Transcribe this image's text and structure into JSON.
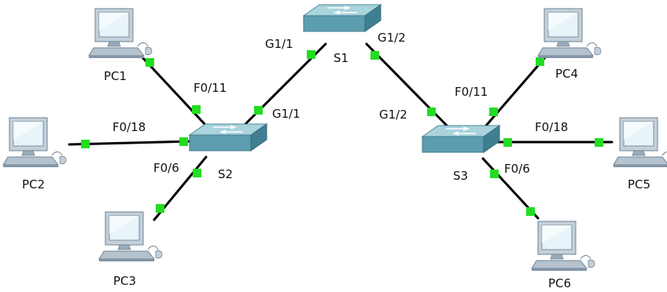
{
  "colors": {
    "background": "#ffffff",
    "cable": "#000000",
    "link_light": "#22dd22",
    "switch_top": "#a9d3dd",
    "switch_front": "#5d9db0",
    "switch_side": "#3f7f91",
    "pc_body": "#b8c6d2",
    "pc_screen": "#e6f3f8"
  },
  "switches": [
    {
      "id": "S1",
      "label": "S1",
      "icon": "switch-icon"
    },
    {
      "id": "S2",
      "label": "S2",
      "icon": "switch-icon"
    },
    {
      "id": "S3",
      "label": "S3",
      "icon": "switch-icon"
    }
  ],
  "pcs": [
    {
      "id": "PC1",
      "label": "PC1",
      "icon": "pc-icon"
    },
    {
      "id": "PC2",
      "label": "PC2",
      "icon": "pc-icon"
    },
    {
      "id": "PC3",
      "label": "PC3",
      "icon": "pc-icon"
    },
    {
      "id": "PC4",
      "label": "PC4",
      "icon": "pc-icon"
    },
    {
      "id": "PC5",
      "label": "PC5",
      "icon": "pc-icon"
    },
    {
      "id": "PC6",
      "label": "PC6",
      "icon": "pc-icon"
    }
  ],
  "links": [
    {
      "id": "s1-s2",
      "a": "S1",
      "b": "S2",
      "a_port": "G1/1",
      "b_port": "G1/1"
    },
    {
      "id": "s1-s3",
      "a": "S1",
      "b": "S3",
      "a_port": "G1/2",
      "b_port": "G1/2"
    },
    {
      "id": "s2-pc1",
      "a": "S2",
      "b": "PC1",
      "a_port": "F0/11",
      "b_port": ""
    },
    {
      "id": "s2-pc2",
      "a": "S2",
      "b": "PC2",
      "a_port": "F0/18",
      "b_port": ""
    },
    {
      "id": "s2-pc3",
      "a": "S2",
      "b": "PC3",
      "a_port": "F0/6",
      "b_port": ""
    },
    {
      "id": "s3-pc4",
      "a": "S3",
      "b": "PC4",
      "a_port": "F0/11",
      "b_port": ""
    },
    {
      "id": "s3-pc5",
      "a": "S3",
      "b": "PC5",
      "a_port": "F0/18",
      "b_port": ""
    },
    {
      "id": "s3-pc6",
      "a": "S3",
      "b": "PC6",
      "a_port": "F0/6",
      "b_port": ""
    }
  ]
}
